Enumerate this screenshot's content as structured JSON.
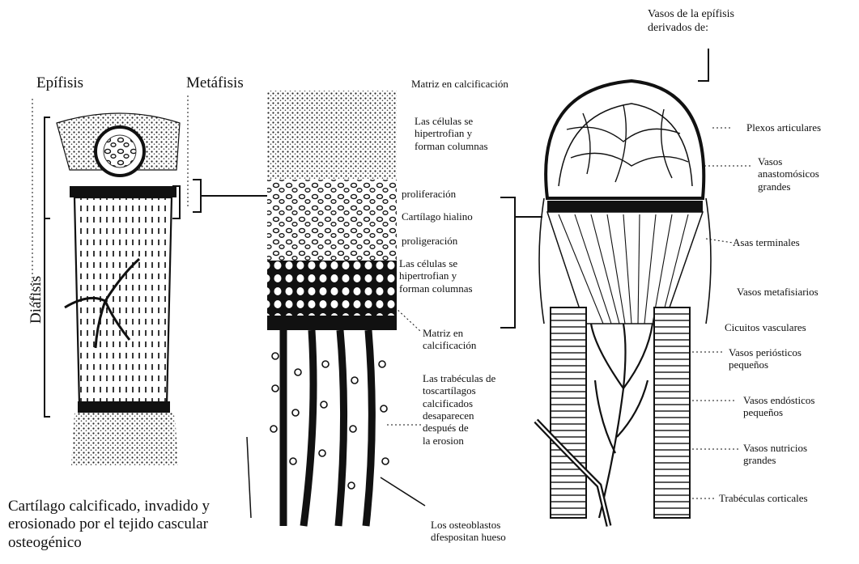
{
  "left_panel": {
    "epifisis": "Epífisis",
    "metafisis": "Metáfisis",
    "diafisis": "Diáfisis",
    "caption": "Cartílago calcificado, invadido y\nerosionado por el tejido cascular\nosteogénico"
  },
  "middle_panel": {
    "labels": [
      "Matriz en calcificación",
      "Las células se\nhipertrofian y\nforman columnas",
      "proliferación",
      "Cartílago hialino",
      "proligeración",
      "Las células se\nhipertrofian y\nforman columnas",
      "Matriz en\ncalcificación",
      "Las trabéculas de\ntoscartílagos\ncalcificados\ndesaparecen\ndespués de\nla erosion",
      "Los osteoblastos\ndfespositan hueso"
    ]
  },
  "right_panel": {
    "header": "Vasos de la epífisis\nderivados de:",
    "labels": [
      "Plexos articulares",
      "Vasos\nanastomósicos\ngrandes",
      "Asas terminales",
      "Vasos metafisiarios",
      "Cicuitos vasculares",
      "Vasos periósticos\npequeños",
      "Vasos endósticos\npequeños",
      "Vasos nutricios\ngrandes",
      "Trabéculas corticales"
    ]
  }
}
